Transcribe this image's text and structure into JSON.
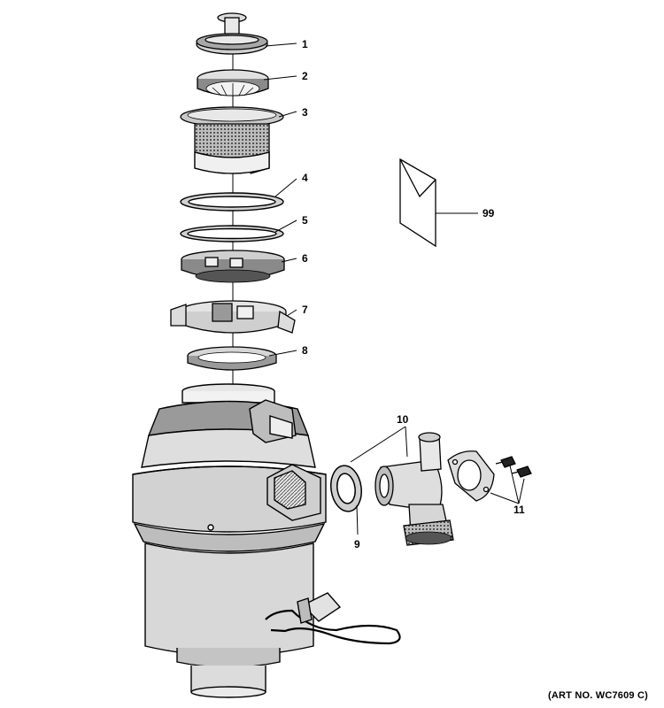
{
  "diagram": {
    "callouts": {
      "c1": "1",
      "c2": "2",
      "c3": "3",
      "c4": "4",
      "c5": "5",
      "c6": "6",
      "c7": "7",
      "c8": "8",
      "c9": "9",
      "c10": "10",
      "c11": "11",
      "c99": "99"
    },
    "art_number": "(ART NO. WC7609 C)"
  },
  "colors": {
    "ink": "#000000",
    "part_fill": "#d9d9d9",
    "part_light": "#efefef",
    "part_dark": "#a6a6a6"
  }
}
